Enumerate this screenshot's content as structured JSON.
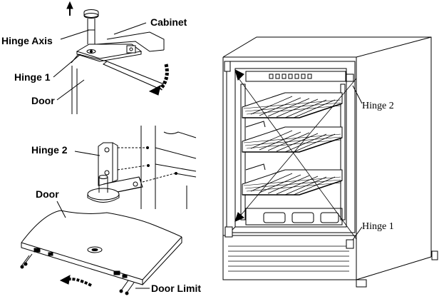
{
  "diagram": {
    "top_detail": {
      "hinge_axis_label": "Hinge Axis",
      "cabinet_label": "Cabinet",
      "hinge1_label": "Hinge 1",
      "door_label": "Door"
    },
    "middle_detail": {
      "hinge2_label": "Hinge 2"
    },
    "bottom_detail": {
      "door_label": "Door",
      "door_limit_label": "Door Limit"
    },
    "cabinet_view": {
      "hinge2_label": "Hinge 2",
      "hinge1_label": "Hinge 1"
    }
  }
}
